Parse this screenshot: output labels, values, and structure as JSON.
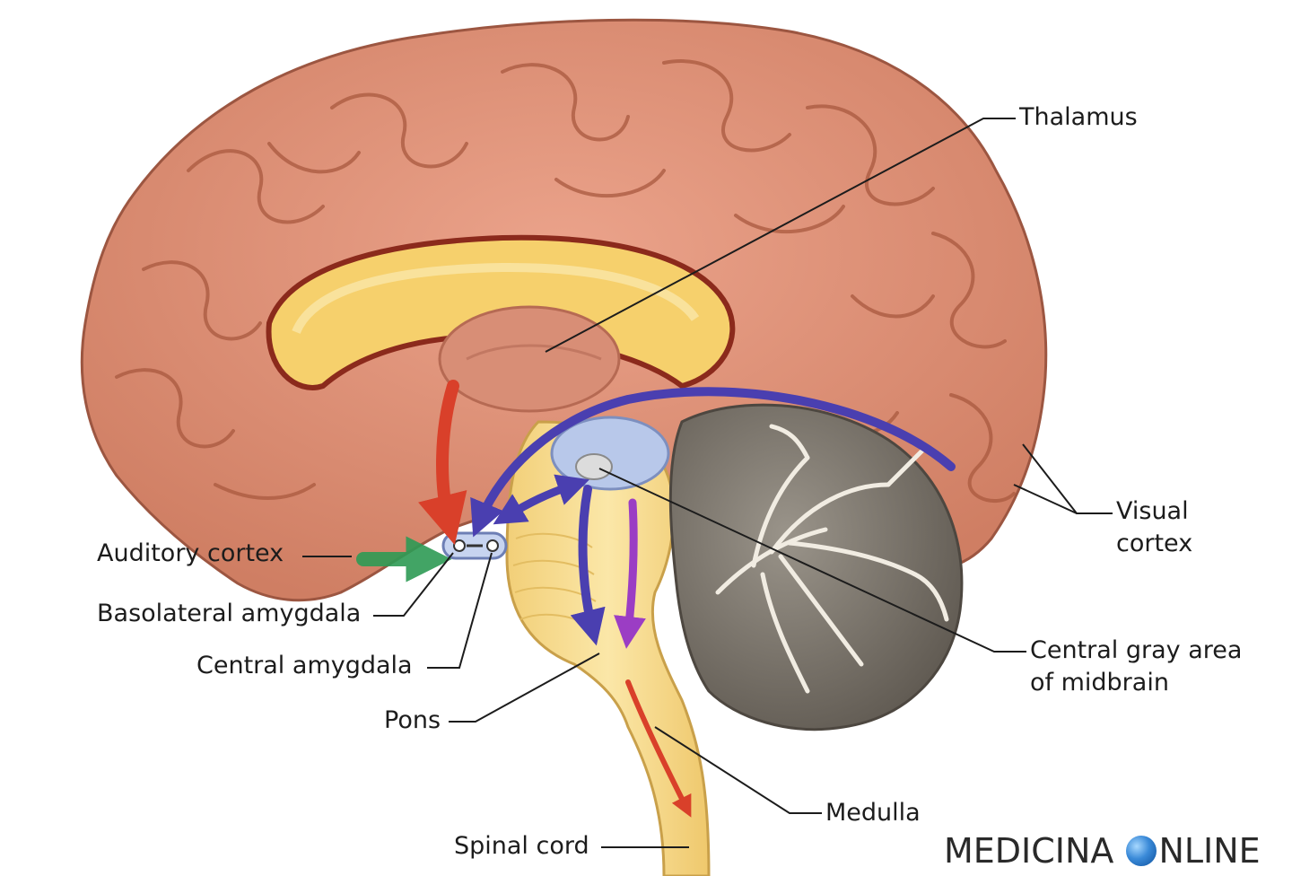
{
  "labels": {
    "thalamus": "Thalamus",
    "visual_cortex_line1": "Visual",
    "visual_cortex_line2": "cortex",
    "auditory_cortex": "Auditory cortex",
    "basolateral_amygdala": "Basolateral amygdala",
    "central_amygdala": "Central amygdala",
    "pons": "Pons",
    "central_gray_line1": "Central gray area",
    "central_gray_line2": "of midbrain",
    "medulla": "Medulla",
    "spinal_cord": "Spinal cord"
  },
  "watermark": {
    "before": "MEDICINA",
    "after": "NLINE"
  },
  "colors": {
    "cortex": "#e0937a",
    "cortex_shade": "#b8644c",
    "white_matter": "#f7d77a",
    "thalamus": "#d88e76",
    "brainstem": "#f5d98c",
    "cerebellum": "#7b756c",
    "arrow_blue": "#4a3fb0",
    "arrow_purple": "#9b3dc4",
    "arrow_red": "#d9402a",
    "arrow_green": "#2e9b55",
    "amygdala": "#b9c9ec"
  }
}
